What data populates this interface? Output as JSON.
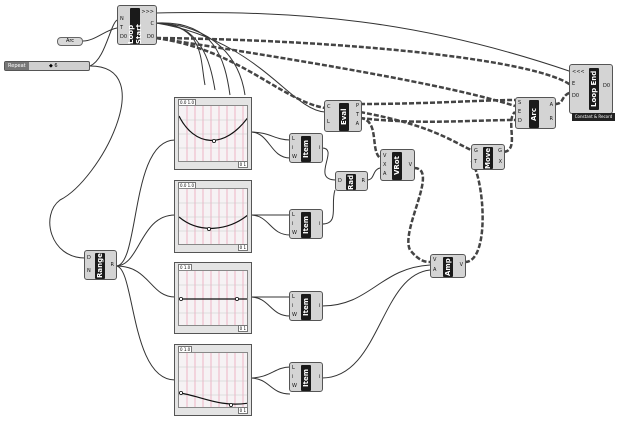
{
  "canvas": {
    "slider": {
      "label": "Repeat",
      "value": "◆ 6"
    },
    "panel": {
      "label": "Arc"
    },
    "loop_start": {
      "title": "Loop Start",
      "inputs": [
        "N",
        "T",
        "D0"
      ],
      "outputs": [
        ">>>",
        "C",
        "D0"
      ]
    },
    "loop_end": {
      "title": "Loop End",
      "inputs": [
        "<<<",
        "E",
        "D0"
      ],
      "outputs": [
        "D0"
      ],
      "badge": "Constant & Record"
    },
    "range": {
      "title": "Range",
      "inputs": [
        "D",
        "N"
      ],
      "outputs": [
        "R"
      ]
    },
    "graphs": [
      {
        "tag_left": "0.0 1.0",
        "tag_right": "0 1"
      },
      {
        "tag_left": "0.0 1.0",
        "tag_right": "0 1"
      },
      {
        "tag_left": "0 1.0",
        "tag_right": "0 1"
      },
      {
        "tag_left": "0 1.0",
        "tag_right": "0 1"
      }
    ],
    "items": [
      {
        "title": "Item",
        "inputs": [
          "L",
          "i",
          "W"
        ],
        "outputs": [
          "i"
        ]
      },
      {
        "title": "Item",
        "inputs": [
          "L",
          "i",
          "W"
        ],
        "outputs": [
          "i"
        ]
      },
      {
        "title": "Item",
        "inputs": [
          "L",
          "i",
          "W"
        ],
        "outputs": [
          "i"
        ]
      },
      {
        "title": "Item",
        "inputs": [
          "L",
          "i",
          "W"
        ],
        "outputs": [
          "i"
        ]
      }
    ],
    "rad": {
      "title": "Rad",
      "inputs": [
        "D"
      ],
      "outputs": [
        "R"
      ]
    },
    "vrot": {
      "title": "VRot",
      "inputs": [
        "V",
        "X",
        "A"
      ],
      "outputs": [
        "V"
      ]
    },
    "eval": {
      "title": "Eval",
      "inputs": [
        "C",
        "L"
      ],
      "outputs": [
        "P",
        "T",
        "A"
      ]
    },
    "arc": {
      "title": "Arc",
      "inputs": [
        "S",
        "E",
        "D"
      ],
      "outputs": [
        "A",
        "R"
      ]
    },
    "move": {
      "title": "Move",
      "inputs": [
        "G",
        "T"
      ],
      "outputs": [
        "G",
        "X"
      ]
    },
    "amp": {
      "title": "Amp",
      "inputs": [
        "V",
        "A"
      ],
      "outputs": [
        "V"
      ]
    }
  }
}
